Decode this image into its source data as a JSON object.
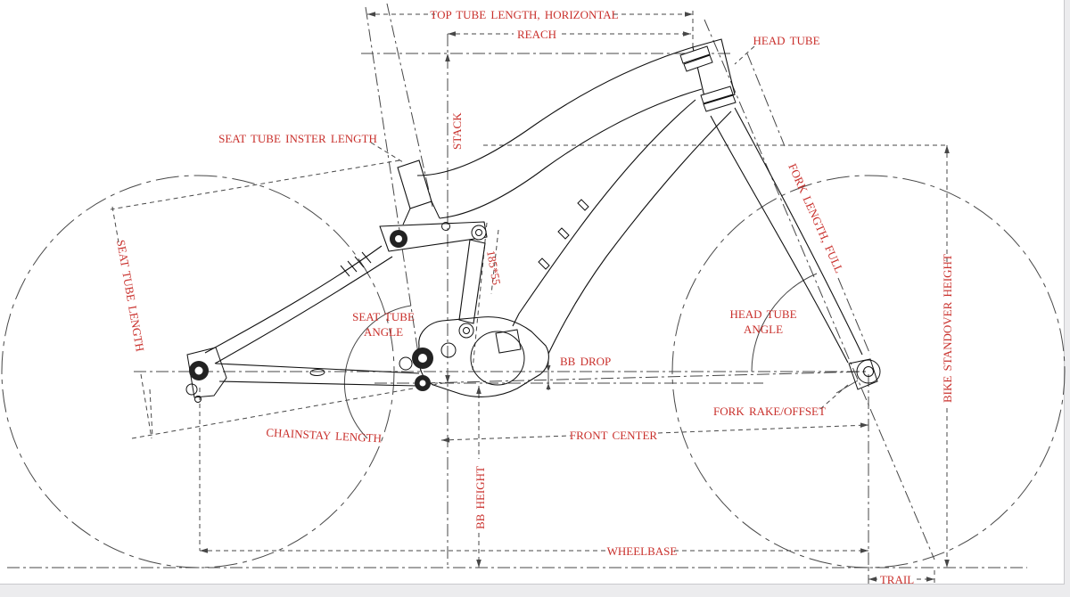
{
  "diagram": {
    "title": "bike frame geometry drawing",
    "labels": {
      "top_tube": "TOP TUBE LENGTH, HORIZONTAL",
      "reach": "REACH",
      "head_tube": "HEAD TUBE",
      "stack": "STACK",
      "seat_tube_insert": "SEAT TUBE INSTER LENGTH",
      "fork_length": "FORK LENGTH, FULL",
      "seat_tube_length": "SEAT TUBE LENGTH",
      "shock_size": "185*55",
      "seat_tube_angle_line1": "SEAT TUBE",
      "seat_tube_angle_line2": "ANGLE",
      "head_tube_angle_line1": "HEAD TUBE",
      "head_tube_angle_line2": "ANGLE",
      "bb_drop": "BB DROP",
      "fork_rake": "FORK RAKE/OFFSET",
      "standover": "BIKE STANDOVER HEIGHT",
      "chainstay": "CHAINSTAY LENGTH",
      "front_center": "FRONT CENTER",
      "bb_height": "BB HEIGHT",
      "wheelbase": "WHEELBASE",
      "trail": "TRAIL"
    },
    "colors": {
      "label": "#c9302c",
      "dim_line": "#474747",
      "frame_line": "#111111",
      "page_bg": "#ffffff",
      "outer_bg": "#ececee"
    }
  }
}
